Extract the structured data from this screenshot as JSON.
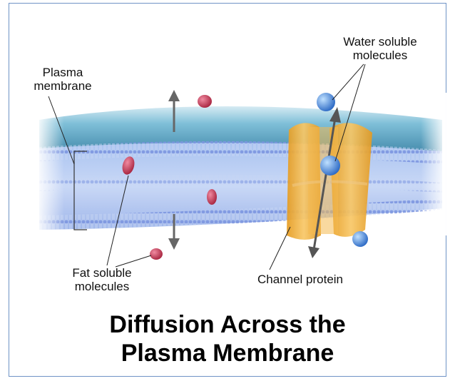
{
  "labels": {
    "plasma_membrane_line1": "Plasma",
    "plasma_membrane_line2": "membrane",
    "water_soluble_line1": "Water soluble",
    "water_soluble_line2": "molecules",
    "fat_soluble_line1": "Fat soluble",
    "fat_soluble_line2": "molecules",
    "channel_protein": "Channel protein"
  },
  "title": {
    "line1": "Diffusion Across the",
    "line2": "Plasma Membrane"
  },
  "colors": {
    "frame_border": "#6f93c6",
    "membrane_top": "#5aa3c4",
    "lipid_blue": "#8ea6e6",
    "channel_protein": "#f2b23c",
    "fat_molecule": "#c43a5a",
    "water_molecule": "#3f7fd8"
  }
}
